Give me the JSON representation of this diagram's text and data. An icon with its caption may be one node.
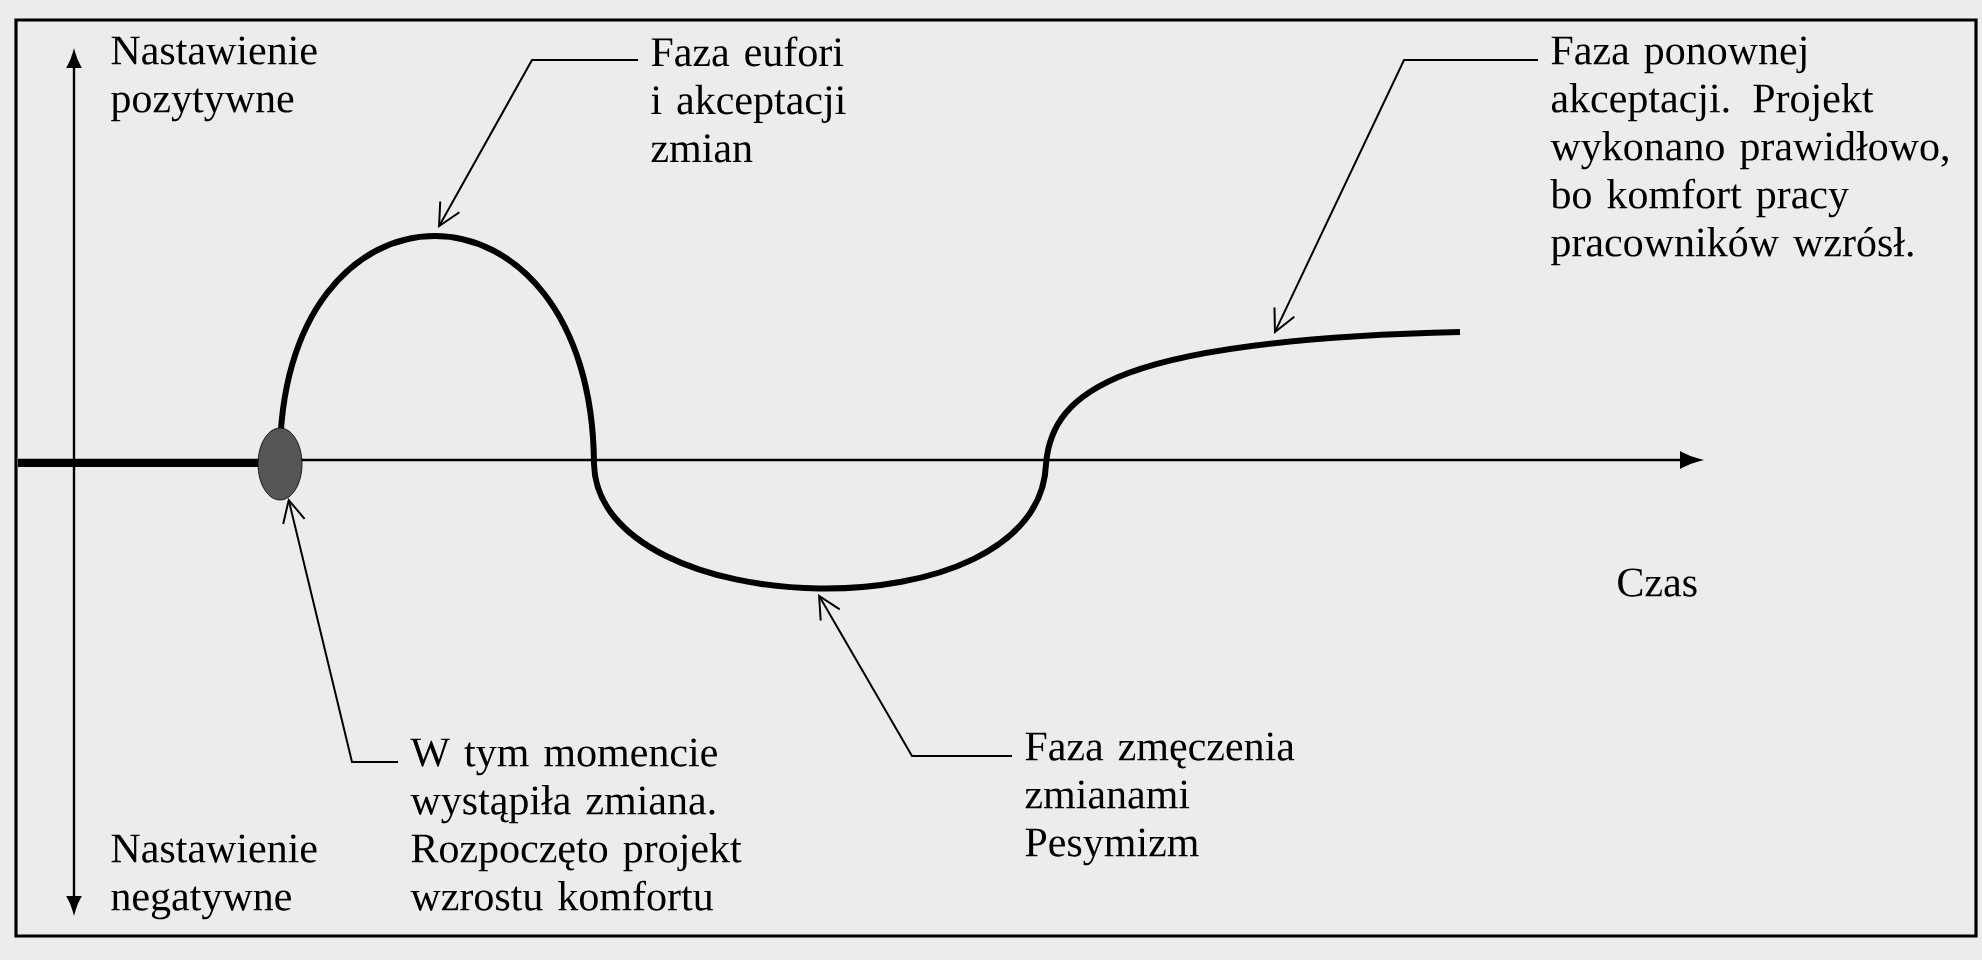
{
  "diagram": {
    "nodes": [
      {
        "text": [
          "Faza eufori i akceptacji zmian"
        ]
      },
      {
        "text": [
          "Faza ponownej akceptacji. Projekt wykonano prawidłowo, bo komfort pracy pracowników wzrósł."
        ]
      },
      {
        "text": [],
        "shape": "circle"
      },
      {
        "text": [
          "W tym momencie wystąpiła zmiana. Rozpoczęto projekt wzrostu komfortu"
        ]
      },
      {
        "text": [
          "Faza zmęczenia zmianami Pesymizm"
        ]
      }
    ],
    "edges": [
      {
        "from": 0,
        "to": null,
        "arrow": "to"
      },
      {
        "from": 1,
        "to": null,
        "arrow": "to"
      },
      {
        "from": 3,
        "to": 2,
        "arrow": "to"
      },
      {
        "from": 4,
        "to": null,
        "arrow": "to"
      }
    ],
    "labels": [
      "Nastawienie pozytywne",
      "Czas",
      "Nastawienie negatywne"
    ]
  }
}
